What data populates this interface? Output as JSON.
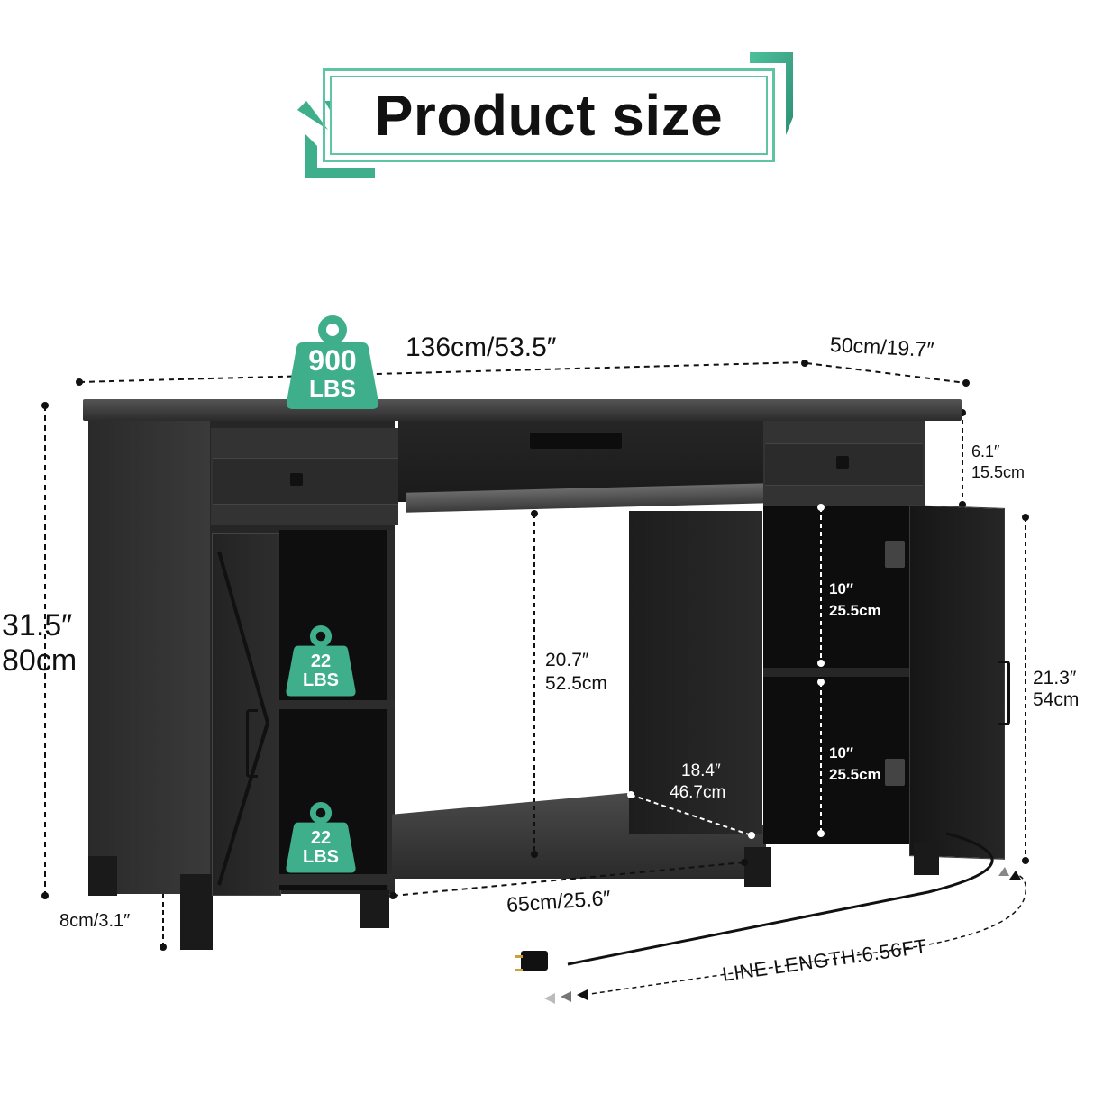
{
  "title": "Product size",
  "colors": {
    "accent": "#3fae8a",
    "accent_light": "#5fc4a4",
    "furniture": "#1b1b1b",
    "text": "#111111"
  },
  "badges": {
    "top_capacity": {
      "value": "900",
      "unit": "LBS"
    },
    "shelf_upper": {
      "value": "22",
      "unit": "LBS"
    },
    "shelf_lower": {
      "value": "22",
      "unit": "LBS"
    }
  },
  "dimensions": {
    "width": "136cm/53.5″",
    "depth": "50cm/19.7″",
    "height": {
      "in": "31.5″",
      "cm": "80cm"
    },
    "drawer_height": {
      "in": "6.1″",
      "cm": "15.5cm"
    },
    "cabinet_height": {
      "in": "21.3″",
      "cm": "54cm"
    },
    "center_height": {
      "in": "20.7″",
      "cm": "52.5cm"
    },
    "center_depth": {
      "in": "18.4″",
      "cm": "46.7cm"
    },
    "cabinet_upper": {
      "in": "10″",
      "cm": "25.5cm"
    },
    "cabinet_lower": {
      "in": "10″",
      "cm": "25.5cm"
    },
    "center_width": "65cm/25.6″",
    "leg_height": "8cm/3.1″",
    "cord_length": "LINE LENGTH:6.56FT"
  }
}
